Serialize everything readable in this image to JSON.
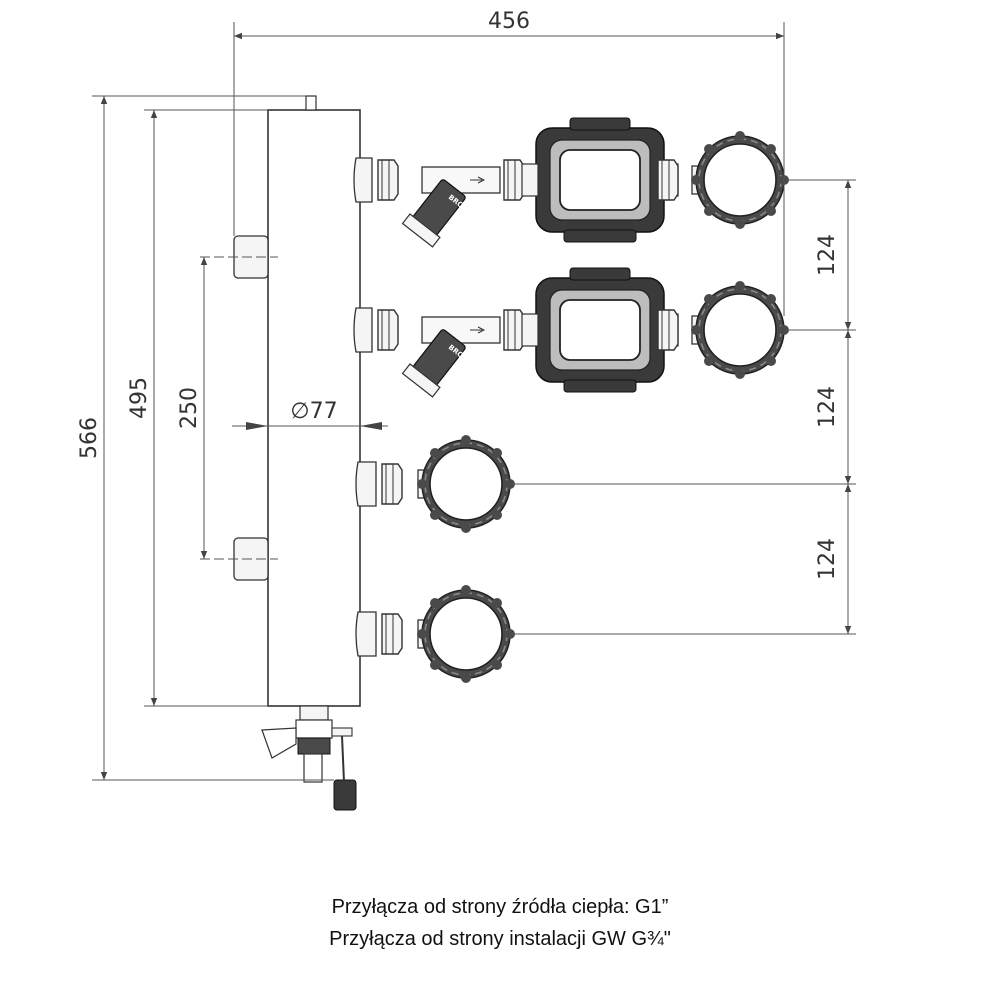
{
  "dimensions": {
    "total_width": "456",
    "total_height": "566",
    "body_height": "495",
    "port_spacing": "250",
    "diameter": "77",
    "diameter_symbol": "∅",
    "outlet_spacing": [
      "124",
      "124",
      "124"
    ]
  },
  "valve_marking": "BROEN",
  "captions": {
    "line1": "Przyłącza od strony źródła ciepła: G1”",
    "line2": "Przyłącza od strony instalacji GW G¾\""
  },
  "colors": {
    "line": "#333333",
    "dim_line": "#555555",
    "dark": "#3a3a3a",
    "fill_light": "#eeeeee"
  }
}
